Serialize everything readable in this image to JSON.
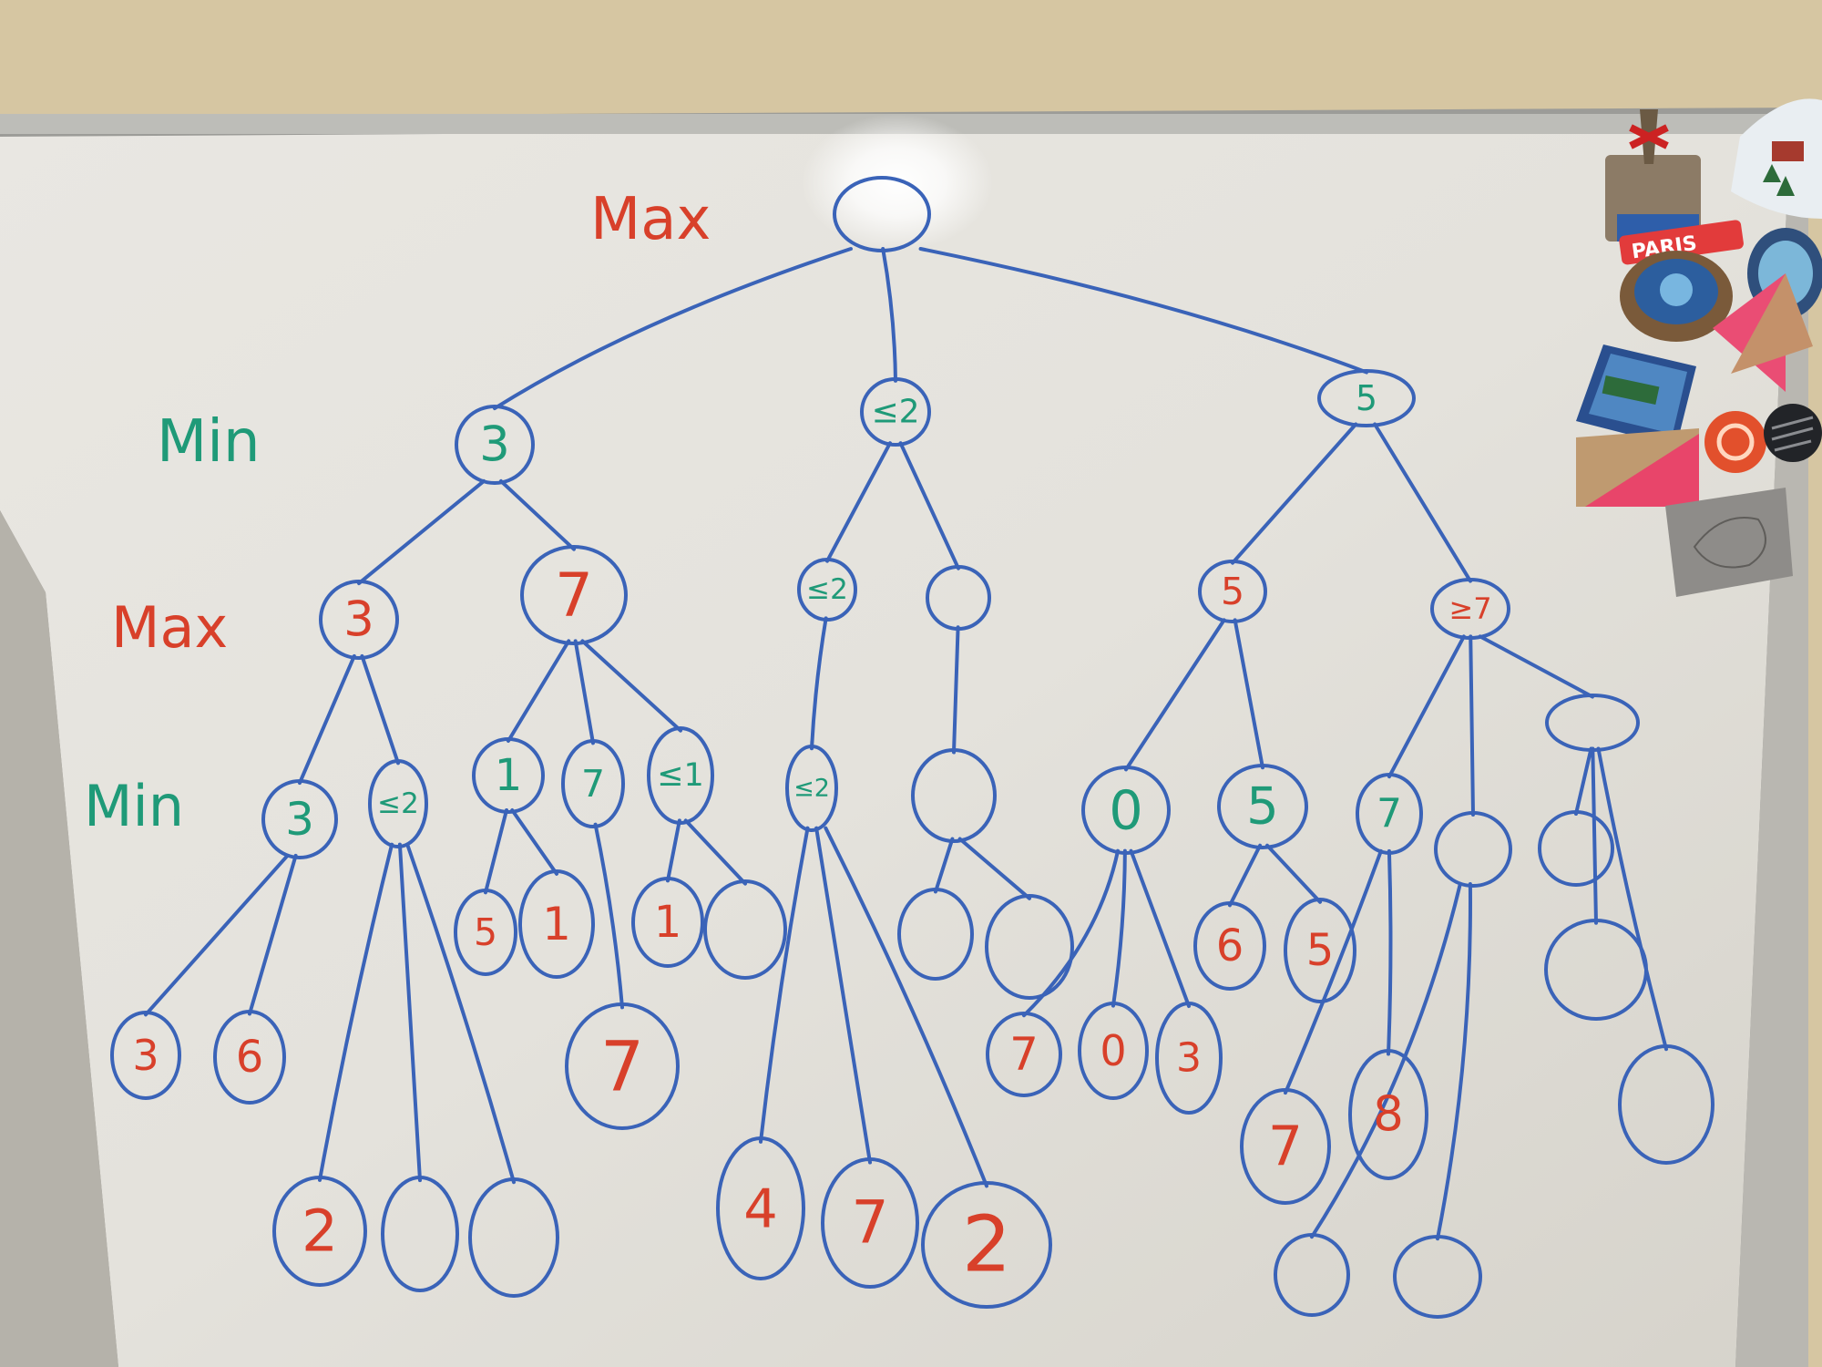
{
  "levels": {
    "max_top": "Max",
    "min_1": "Min",
    "max_2": "Max",
    "min_3": "Min"
  },
  "colors": {
    "edge_ink": "#3a63b8",
    "max_ink": "#d8402a",
    "min_ink": "#1f9a78"
  },
  "nodes": {
    "root": "",
    "l1_a": "3",
    "l1_b": "≤2",
    "l1_c": "5",
    "l2_a": "3",
    "l2_b": "7",
    "l2_c": "≤2",
    "l2_d": "",
    "l2_e": "5",
    "l2_f": "≥7",
    "l3_a": "3",
    "l3_b": "≤2",
    "l3_c": "1",
    "l3_d": "7",
    "l3_e": "≤1",
    "l3_f": "≤2",
    "l3_g": "",
    "l3_h": "0",
    "l3_i": "5",
    "l3_j": "7",
    "l3_k": "",
    "l3_l": "",
    "l3_m": "",
    "leaf_3": "3",
    "leaf_6": "6",
    "leaf_2": "2",
    "leaf_e1": "",
    "leaf_e2": "",
    "leaf_5": "5",
    "leaf_1a": "1",
    "leaf_7a": "7",
    "leaf_1b": "1",
    "leaf_e3": "",
    "leaf_4": "4",
    "leaf_7b": "7",
    "leaf_2b": "2",
    "leaf_e4": "",
    "leaf_e5": "",
    "leaf_7c": "7",
    "leaf_0": "0",
    "leaf_3b": "3",
    "leaf_6b": "6",
    "leaf_5b": "5",
    "leaf_7d": "7",
    "leaf_8": "8",
    "leaf_e6": "",
    "leaf_e7": "",
    "leaf_e8": "",
    "leaf_e9": "",
    "leaf_e10": ""
  },
  "magnets": {
    "paris_label": "PARIS"
  }
}
